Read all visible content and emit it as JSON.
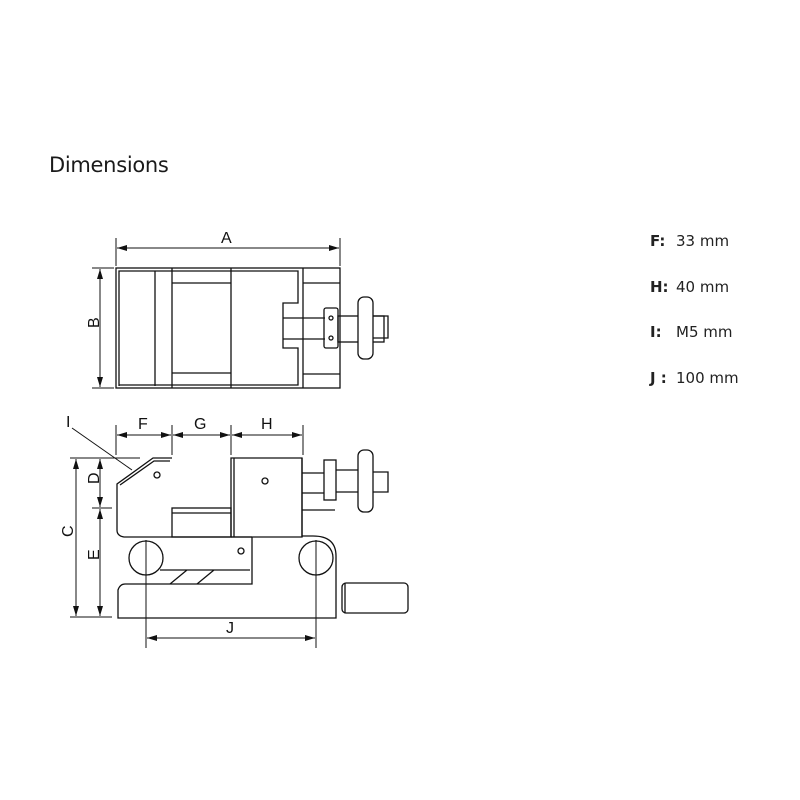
{
  "title": "Dimensions",
  "diagram_labels": {
    "A": "A",
    "B": "B",
    "C": "C",
    "D": "D",
    "E": "E",
    "F": "F",
    "G": "G",
    "H": "H",
    "I": "I",
    "J": "J"
  },
  "specs": [
    {
      "key": "F:",
      "value": "33 mm"
    },
    {
      "key": "H:",
      "value": "40 mm"
    },
    {
      "key": "I:",
      "value": "M5 mm"
    },
    {
      "key": "J :",
      "value": "100 mm"
    }
  ]
}
